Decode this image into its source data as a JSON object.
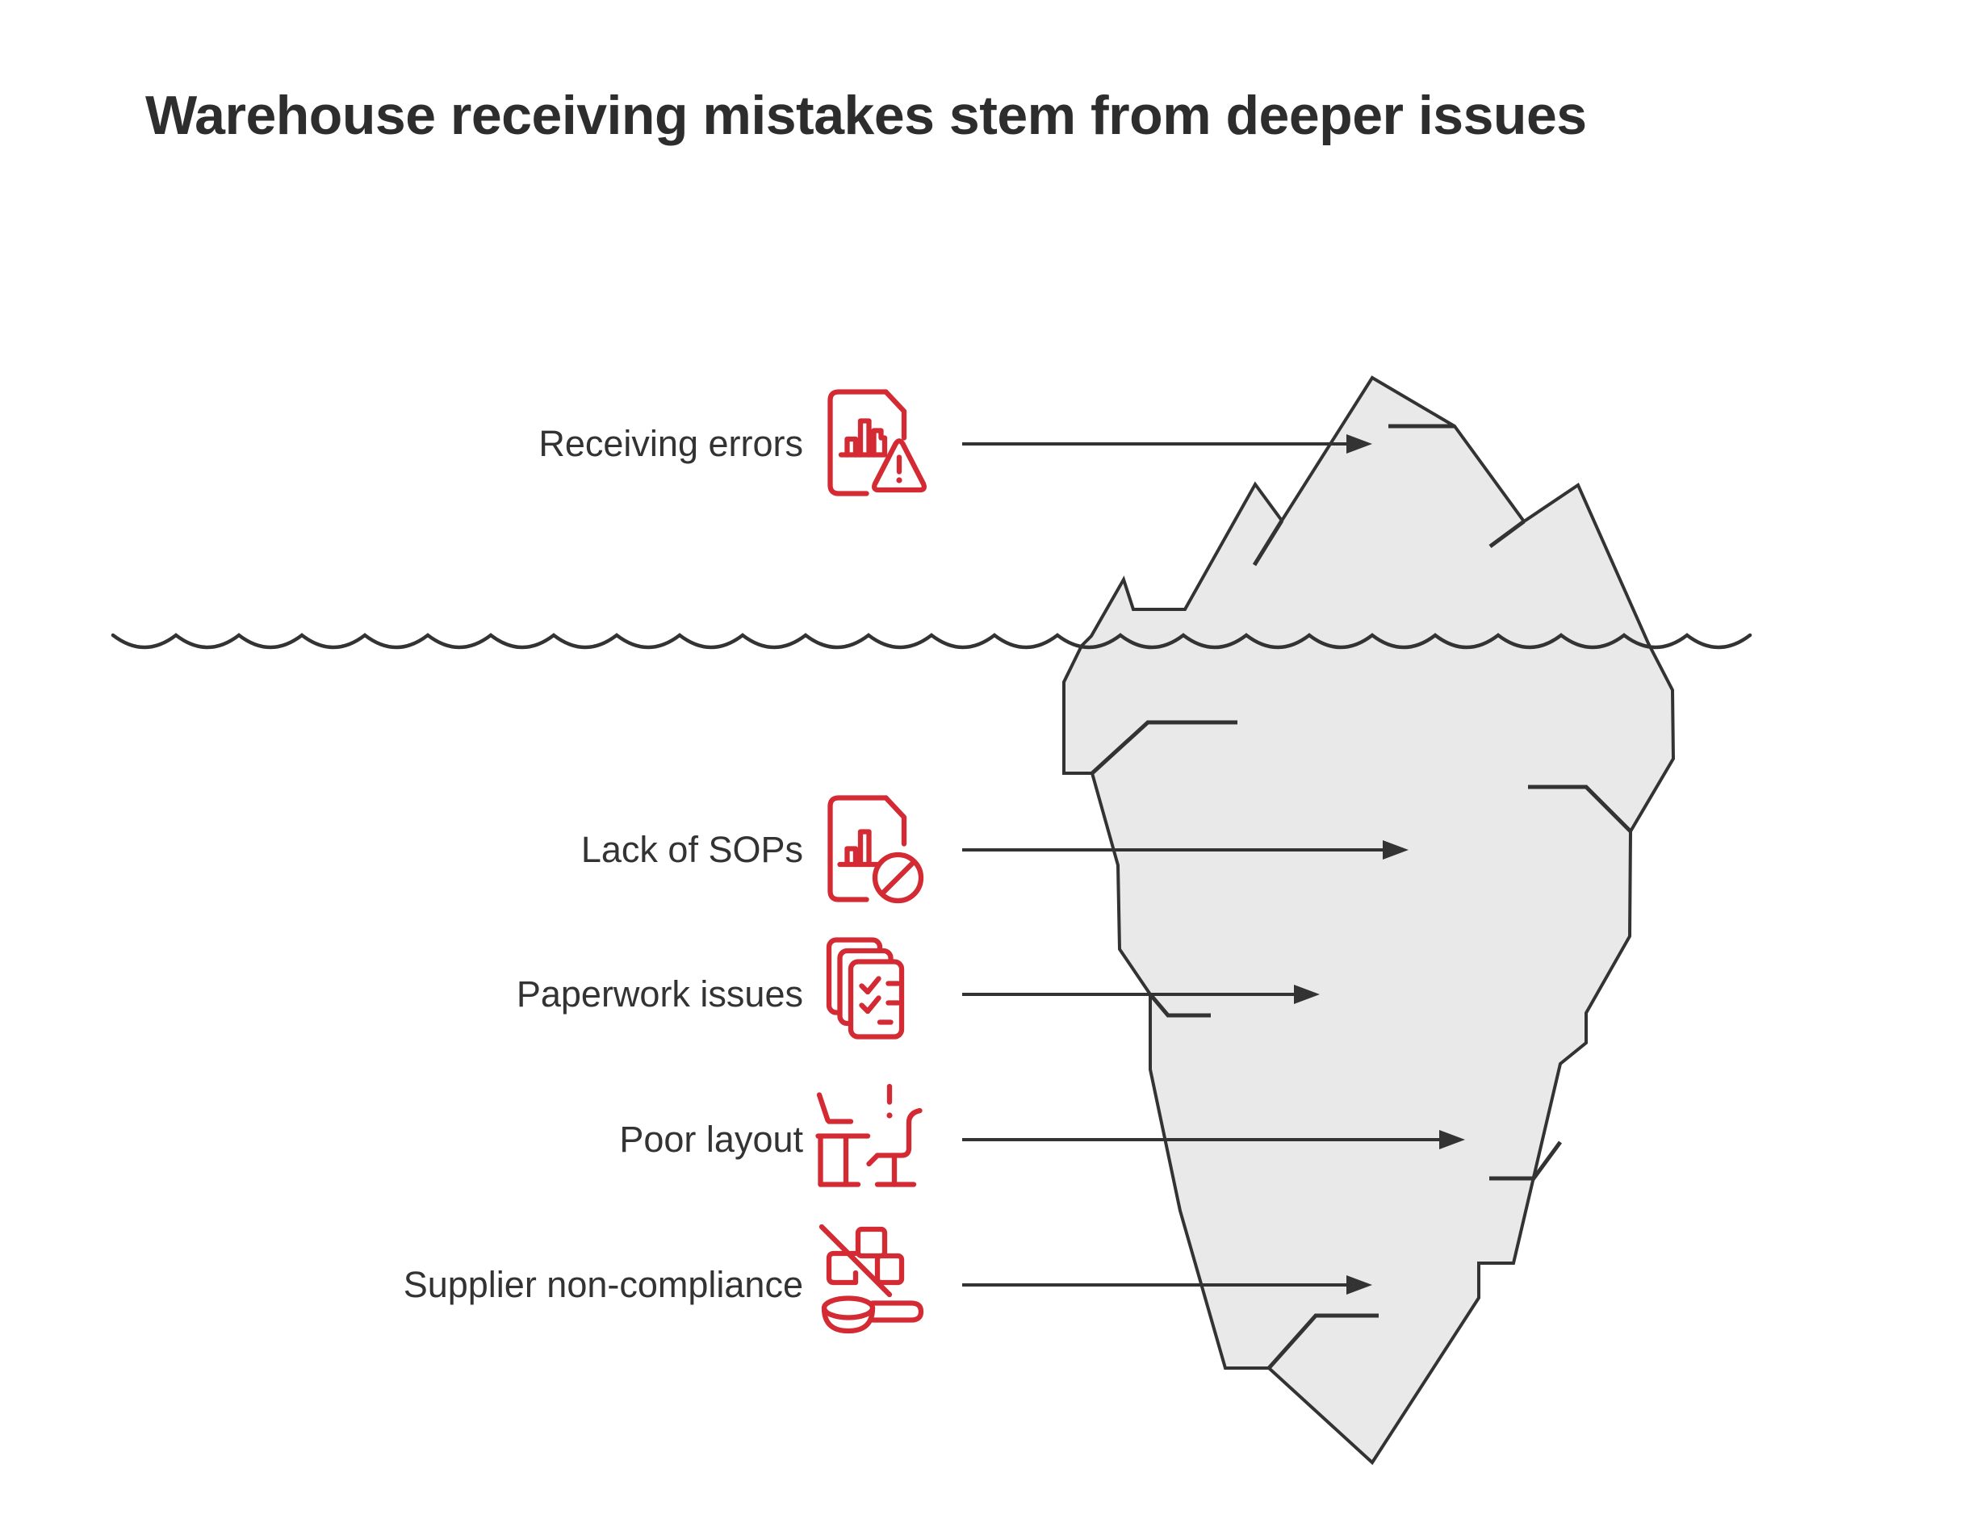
{
  "title": "Warehouse receiving mistakes stem from deeper issues",
  "rows": [
    {
      "label": "Receiving errors",
      "icon": "document-chart-warning-icon",
      "zone": "above-water"
    },
    {
      "label": "Lack of SOPs",
      "icon": "document-chart-prohibited-icon",
      "zone": "below-water"
    },
    {
      "label": "Paperwork issues",
      "icon": "checklist-stack-icon",
      "zone": "below-water"
    },
    {
      "label": "Poor layout",
      "icon": "desk-chair-icon",
      "zone": "below-water"
    },
    {
      "label": "Supplier non-compliance",
      "icon": "boxes-slash-scoop-icon",
      "zone": "below-water"
    }
  ],
  "colors": {
    "accent_red": "#d42a33",
    "line": "#333333",
    "iceberg_fill": "#e9e9e9",
    "text": "#333333",
    "background": "#ffffff"
  }
}
